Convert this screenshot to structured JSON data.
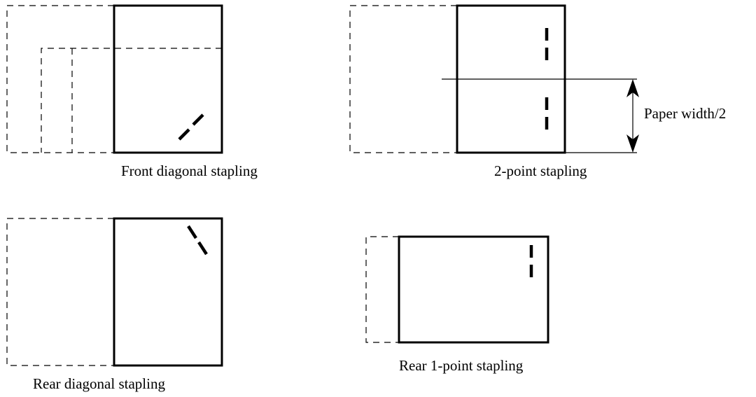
{
  "labels": {
    "front_diagonal": "Front diagonal stapling",
    "two_point": "2-point stapling",
    "rear_diagonal": "Rear diagonal stapling",
    "rear_one_point": "Rear 1-point stapling",
    "dimension": "Paper width/2"
  }
}
